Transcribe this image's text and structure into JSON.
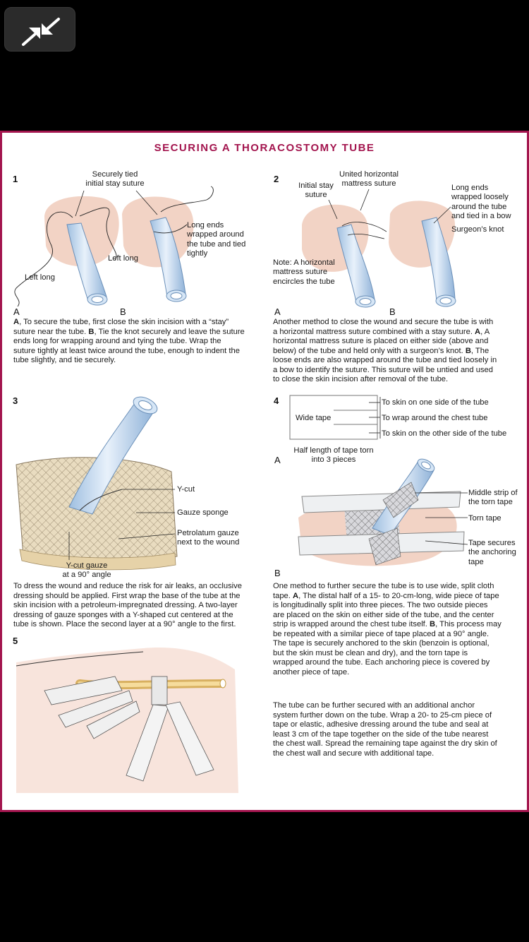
{
  "toolbar": {
    "collapse_icon": "collapse-arrows-icon"
  },
  "page": {
    "title": "SECURING A THORACOSTOMY TUBE",
    "colors": {
      "accent": "#a3154e",
      "skin": "#f2d3c5",
      "tube": "#c8dcf0"
    },
    "fig1": {
      "number": "1",
      "label_secure": "Securely tied\ninitial stay suture",
      "label_long_ends": "Long ends\nwrapped around\nthe tube and tied\ntightly",
      "label_left_long_1": "Left long",
      "label_left_long_2": "Left long",
      "a": "A",
      "b": "B",
      "caption_a": "A",
      "caption_text_1": ", To secure the tube, first close the skin incision with a “stay”\nsuture near the tube. ",
      "caption_b": "B",
      "caption_text_2": ", Tie the knot securely and leave the suture\nends long for wrapping around and tying the tube. Wrap the\nsuture tightly at least twice around the tube, enough to indent the\ntube slightly, and tie securely."
    },
    "fig2": {
      "number": "2",
      "label_united": "United horizontal\nmattress suture",
      "label_initial": "Initial stay\nsuture",
      "label_long_ends": "Long ends\nwrapped loosely\naround the tube\nand tied in a bow",
      "label_knot": "Surgeon’s knot",
      "label_note": "Note: A horizontal\nmattress suture\nencircles the tube",
      "a": "A",
      "b": "B",
      "caption_text_1": "Another method to close the wound and secure the tube is with\na horizontal mattress suture combined with a stay suture. ",
      "caption_a": "A",
      "caption_text_2": ", A\nhorizontal mattress suture is placed on either side (above and\nbelow) of the tube and held only with a surgeon’s knot. ",
      "caption_b": "B",
      "caption_text_3": ", The\nloose ends are also wrapped around the tube and tied loosely in\na bow to identify the suture. This suture will be untied and used\nto close the skin incision after removal of the tube."
    },
    "fig3": {
      "number": "3",
      "label_ycut": "Y-cut",
      "label_gauze": "Gauze sponge",
      "label_petrolatum": "Petrolatum gauze\nnext to the wound",
      "label_ycut_gauze": "Y-cut gauze\nat a 90° angle",
      "caption": "To dress the wound and reduce the risk for air leaks, an occlusive\ndressing should be applied. First wrap the base of the tube at the\nskin incision with a petroleum-impregnated dressing. A two-layer\ndressing of gauze sponges with a Y-shaped cut centered at the\ntube is shown. Place the second layer at a 90° angle to the first."
    },
    "fig4": {
      "number": "4",
      "label_wide": "Wide tape",
      "label_side1": "To skin on one side of the tube",
      "label_wrap": "To wrap around the chest tube",
      "label_side2": "To skin on the other side of the tube",
      "label_half": "Half length of tape torn\ninto 3 pieces",
      "a": "A",
      "b": "B",
      "label_middle": "Middle strip of\nthe torn tape",
      "label_torn": "Torn tape",
      "label_secures": "Tape secures\nthe anchoring\ntape",
      "caption_text_1": "One method to further secure the tube is to use wide, split cloth\ntape. ",
      "caption_a": "A",
      "caption_text_2": ", The distal half of a 15- to 20-cm-long, wide piece of tape\nis longitudinally split into three pieces. The two outside pieces\nare placed on the skin on either side of the tube, and the center\nstrip is wrapped around the chest tube itself. ",
      "caption_b": "B",
      "caption_text_3": ", This process may\nbe repeated with a similar piece of tape placed at a 90° angle.\nThe tape is securely anchored to the skin (benzoin is optional,\nbut the skin must be clean and dry), and the torn tape is\nwrapped around the tube. Each anchoring piece is covered by\nanother piece of tape."
    },
    "fig5": {
      "number": "5",
      "caption": "The tube can be further secured with an additional anchor\nsystem further down on the tube. Wrap a 20- to 25-cm piece of\ntape or elastic, adhesive dressing around the tube and seal at\nleast 3 cm of the tape together on the side of the tube nearest\nthe chest wall. Spread the remaining tape against the dry skin of\nthe chest wall and secure with additional tape."
    }
  }
}
